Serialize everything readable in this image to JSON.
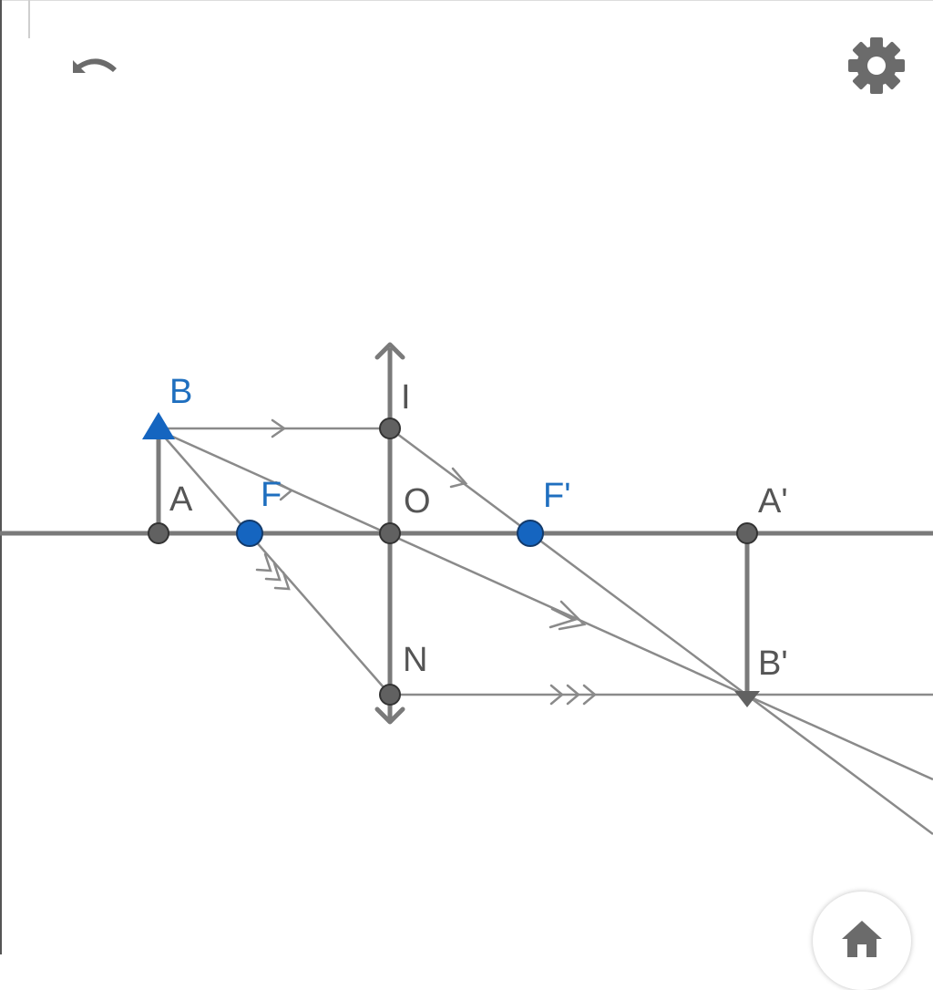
{
  "toolbar": {
    "undo_icon": "undo-icon",
    "settings_icon": "gear-icon",
    "home_icon": "home-icon"
  },
  "colors": {
    "line": "#7a7a7a",
    "ray": "#8a8a8a",
    "point_gray": "#616161",
    "point_blue": "#1565c0",
    "label_gray": "#555555",
    "label_blue": "#1f6fbf",
    "icon": "#6b6b6b"
  },
  "labels": {
    "B": "B",
    "A": "A",
    "F": "F",
    "O": "O",
    "I": "I",
    "N": "N",
    "F_prime": "F'",
    "A_prime": "A'",
    "B_prime": "B'"
  }
}
